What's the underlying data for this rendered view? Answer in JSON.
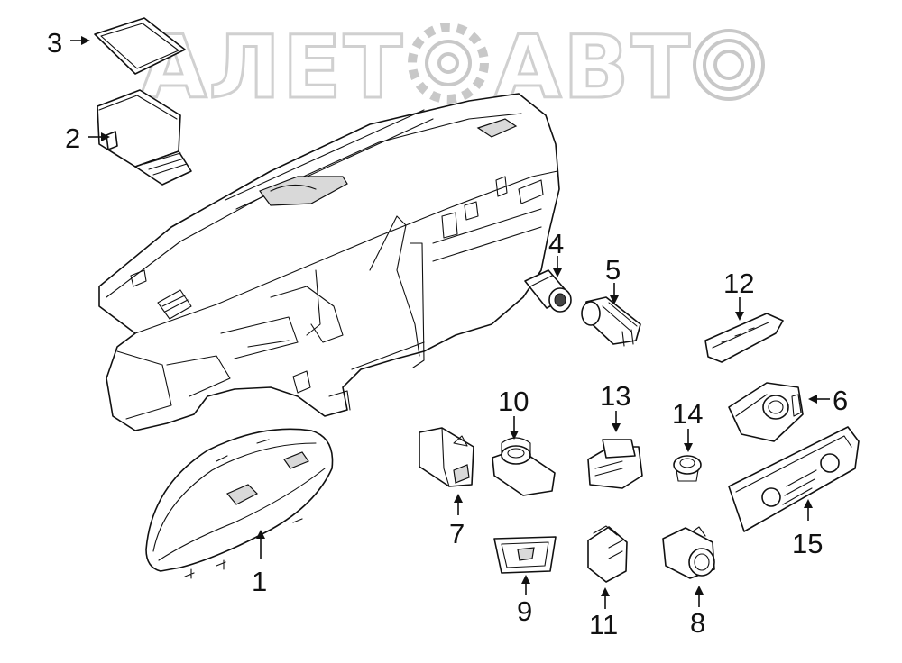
{
  "watermark": {
    "text": "АЛЕТОАВТО",
    "color": "#c8c8c8"
  },
  "callouts": [
    {
      "id": 1,
      "label": "1"
    },
    {
      "id": 2,
      "label": "2"
    },
    {
      "id": 3,
      "label": "3"
    },
    {
      "id": 4,
      "label": "4"
    },
    {
      "id": 5,
      "label": "5"
    },
    {
      "id": 6,
      "label": "6"
    },
    {
      "id": 7,
      "label": "7"
    },
    {
      "id": 8,
      "label": "8"
    },
    {
      "id": 9,
      "label": "9"
    },
    {
      "id": 10,
      "label": "10"
    },
    {
      "id": 11,
      "label": "11"
    },
    {
      "id": 12,
      "label": "12"
    },
    {
      "id": 13,
      "label": "13"
    },
    {
      "id": 14,
      "label": "14"
    },
    {
      "id": 15,
      "label": "15"
    }
  ],
  "colors": {
    "line": "#111111",
    "background": "#ffffff"
  }
}
